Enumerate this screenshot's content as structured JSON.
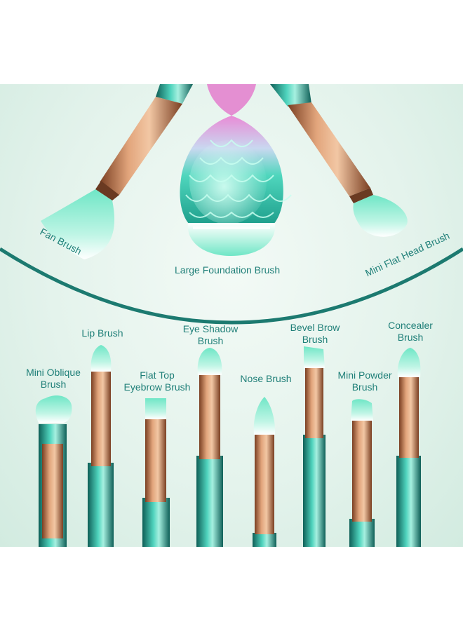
{
  "labels": {
    "fan": "Fan Brush",
    "large_foundation": "Large Foundation Brush",
    "mini_flat_head": "Mini Flat Head Brush",
    "mini_oblique_1": "Mini Oblique",
    "mini_oblique_2": "Brush",
    "lip": "Lip Brush",
    "flat_top_1": "Flat Top",
    "flat_top_2": "Eyebrow Brush",
    "eye_shadow_1": "Eye Shadow",
    "eye_shadow_2": "Brush",
    "nose": "Nose Brush",
    "bevel_brow_1": "Bevel Brow",
    "bevel_brow_2": "Brush",
    "mini_powder_1": "Mini Powder",
    "mini_powder_2": "Brush",
    "concealer_1": "Concealer",
    "concealer_2": "Brush"
  },
  "colors": {
    "label_text": "#1f7f78",
    "arc": "#1c7a70",
    "handle_teal": "#2fa897",
    "ferrule_bronze": "#b8734a",
    "bristle_mint": "#9ff0d8",
    "accent_pink": "#e48fd2"
  }
}
